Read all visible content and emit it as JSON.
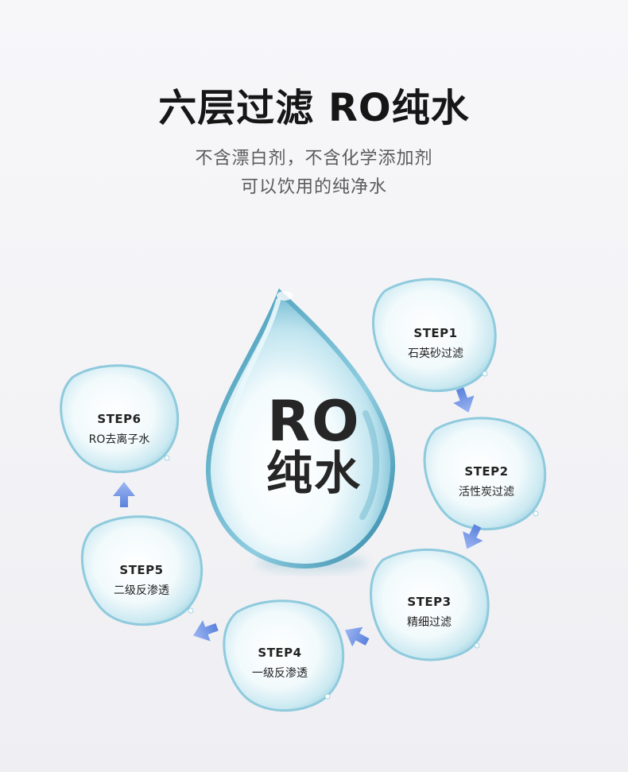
{
  "header": {
    "title": "六层过滤 RO纯水",
    "subtitle_line1": "不含漂白剂，不含化学添加剂",
    "subtitle_line2": "可以饮用的纯净水"
  },
  "center_drop": {
    "line1": "RO",
    "line2": "纯水"
  },
  "steps": [
    {
      "step": "STEP1",
      "label": "石英砂过滤"
    },
    {
      "step": "STEP2",
      "label": "活性炭过滤"
    },
    {
      "step": "STEP3",
      "label": "精细过滤"
    },
    {
      "step": "STEP4",
      "label": "一级反渗透"
    },
    {
      "step": "STEP5",
      "label": "二级反渗透"
    },
    {
      "step": "STEP6",
      "label": "RO去离子水"
    }
  ],
  "colors": {
    "drop_blue": "#7fc3d9",
    "arrow_blue": "#6a8fe0",
    "title": "#161616",
    "subtitle": "#5a5a5a"
  },
  "icons": {
    "arrow": "down-arrow-icon"
  }
}
